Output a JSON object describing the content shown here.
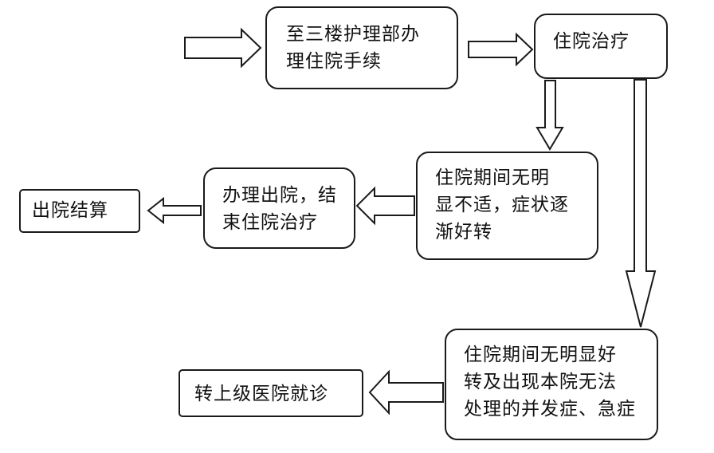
{
  "nodes": {
    "admission": {
      "line1": "至三楼护理部办",
      "line2": "理住院手续"
    },
    "hospital_treatment": {
      "line1": "住院治疗"
    },
    "improving": {
      "line1": "住院期间无明",
      "line2": "显不适，症状逐",
      "line3": "渐好转"
    },
    "discharge_process": {
      "line1": "办理出院，结",
      "line2": "束住院治疗"
    },
    "settlement": {
      "line1": "出院结算"
    },
    "complication": {
      "line1": "住院期间无明显好",
      "line2": "转及出现本院无法",
      "line3": "处理的并发症、急症"
    },
    "transfer": {
      "line1": "转上级医院就诊"
    }
  }
}
